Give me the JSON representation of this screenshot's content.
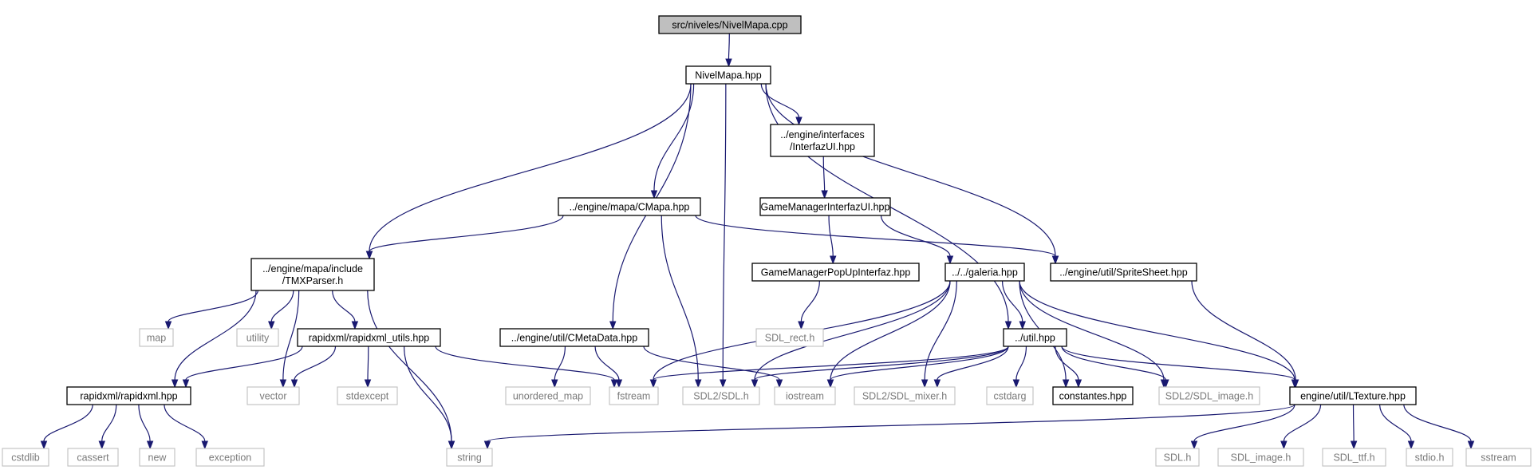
{
  "graph": {
    "colors": {
      "edge": "#191970",
      "root_fill": "#bfbfbf",
      "system_border": "#bfbfbf",
      "system_text": "#7a7a7a"
    },
    "nodes": [
      {
        "id": "root",
        "kind": "root",
        "lines": [
          "src/niveles/NivelMapa.cpp"
        ]
      },
      {
        "id": "nivelmapa_hpp",
        "kind": "doc",
        "lines": [
          "NivelMapa.hpp"
        ]
      },
      {
        "id": "interfazui",
        "kind": "doc",
        "lines": [
          "../engine/interfaces",
          "/InterfazUI.hpp"
        ]
      },
      {
        "id": "cmapa",
        "kind": "doc",
        "lines": [
          "../engine/mapa/CMapa.hpp"
        ]
      },
      {
        "id": "gmiui",
        "kind": "doc",
        "lines": [
          "GameManagerInterfazUI.hpp"
        ]
      },
      {
        "id": "tmxparser",
        "kind": "doc",
        "lines": [
          "../engine/mapa/include",
          "/TMXParser.h"
        ]
      },
      {
        "id": "gmpopup",
        "kind": "doc",
        "lines": [
          "GameManagerPopUpInterfaz.hpp"
        ]
      },
      {
        "id": "galeria",
        "kind": "doc",
        "lines": [
          "../../galeria.hpp"
        ]
      },
      {
        "id": "spritesheet",
        "kind": "doc",
        "lines": [
          "../engine/util/SpriteSheet.hpp"
        ]
      },
      {
        "id": "map",
        "kind": "sys",
        "lines": [
          "map"
        ]
      },
      {
        "id": "utility",
        "kind": "sys",
        "lines": [
          "utility"
        ]
      },
      {
        "id": "rapidxml_utils",
        "kind": "doc",
        "lines": [
          "rapidxml/rapidxml_utils.hpp"
        ]
      },
      {
        "id": "cmetadata",
        "kind": "doc",
        "lines": [
          "../engine/util/CMetaData.hpp"
        ]
      },
      {
        "id": "sdl_rect",
        "kind": "sys",
        "lines": [
          "SDL_rect.h"
        ]
      },
      {
        "id": "util",
        "kind": "doc",
        "lines": [
          "../util.hpp"
        ]
      },
      {
        "id": "rapidxml",
        "kind": "doc",
        "lines": [
          "rapidxml/rapidxml.hpp"
        ]
      },
      {
        "id": "vector",
        "kind": "sys",
        "lines": [
          "vector"
        ]
      },
      {
        "id": "stdexcept",
        "kind": "sys",
        "lines": [
          "stdexcept"
        ]
      },
      {
        "id": "unordered_map",
        "kind": "sys",
        "lines": [
          "unordered_map"
        ]
      },
      {
        "id": "fstream",
        "kind": "sys",
        "lines": [
          "fstream"
        ]
      },
      {
        "id": "sdl2_sdl",
        "kind": "sys",
        "lines": [
          "SDL2/SDL.h"
        ]
      },
      {
        "id": "iostream",
        "kind": "sys",
        "lines": [
          "iostream"
        ]
      },
      {
        "id": "sdl2_mixer",
        "kind": "sys",
        "lines": [
          "SDL2/SDL_mixer.h"
        ]
      },
      {
        "id": "cstdarg",
        "kind": "sys",
        "lines": [
          "cstdarg"
        ]
      },
      {
        "id": "constantes",
        "kind": "doc",
        "lines": [
          "constantes.hpp"
        ]
      },
      {
        "id": "sdl2_image",
        "kind": "sys",
        "lines": [
          "SDL2/SDL_image.h"
        ]
      },
      {
        "id": "ltexture",
        "kind": "doc",
        "lines": [
          "engine/util/LTexture.hpp"
        ]
      },
      {
        "id": "cstdlib",
        "kind": "sys",
        "lines": [
          "cstdlib"
        ]
      },
      {
        "id": "cassert",
        "kind": "sys",
        "lines": [
          "cassert"
        ]
      },
      {
        "id": "new",
        "kind": "sys",
        "lines": [
          "new"
        ]
      },
      {
        "id": "exception",
        "kind": "sys",
        "lines": [
          "exception"
        ]
      },
      {
        "id": "string",
        "kind": "sys",
        "lines": [
          "string"
        ]
      },
      {
        "id": "sdl_h",
        "kind": "sys",
        "lines": [
          "SDL.h"
        ]
      },
      {
        "id": "sdl_image_h",
        "kind": "sys",
        "lines": [
          "SDL_image.h"
        ]
      },
      {
        "id": "sdl_ttf",
        "kind": "sys",
        "lines": [
          "SDL_ttf.h"
        ]
      },
      {
        "id": "stdio",
        "kind": "sys",
        "lines": [
          "stdio.h"
        ]
      },
      {
        "id": "sstream",
        "kind": "sys",
        "lines": [
          "sstream"
        ]
      }
    ],
    "edges": [
      [
        "root",
        "nivelmapa_hpp"
      ],
      [
        "nivelmapa_hpp",
        "tmxparser"
      ],
      [
        "nivelmapa_hpp",
        "cmapa"
      ],
      [
        "nivelmapa_hpp",
        "cmetadata"
      ],
      [
        "nivelmapa_hpp",
        "sdl2_sdl"
      ],
      [
        "nivelmapa_hpp",
        "interfazui"
      ],
      [
        "nivelmapa_hpp",
        "spritesheet"
      ],
      [
        "nivelmapa_hpp",
        "util"
      ],
      [
        "interfazui",
        "gmiui"
      ],
      [
        "gmiui",
        "gmpopup"
      ],
      [
        "gmiui",
        "galeria"
      ],
      [
        "gmpopup",
        "sdl_rect"
      ],
      [
        "cmapa",
        "tmxparser"
      ],
      [
        "cmapa",
        "sdl2_sdl"
      ],
      [
        "cmapa",
        "spritesheet"
      ],
      [
        "tmxparser",
        "map"
      ],
      [
        "tmxparser",
        "utility"
      ],
      [
        "tmxparser",
        "rapidxml_utils"
      ],
      [
        "tmxparser",
        "rapidxml"
      ],
      [
        "tmxparser",
        "vector"
      ],
      [
        "tmxparser",
        "string"
      ],
      [
        "rapidxml_utils",
        "rapidxml"
      ],
      [
        "rapidxml_utils",
        "vector"
      ],
      [
        "rapidxml_utils",
        "stdexcept"
      ],
      [
        "rapidxml_utils",
        "fstream"
      ],
      [
        "rapidxml_utils",
        "string"
      ],
      [
        "rapidxml",
        "cstdlib"
      ],
      [
        "rapidxml",
        "cassert"
      ],
      [
        "rapidxml",
        "new"
      ],
      [
        "rapidxml",
        "exception"
      ],
      [
        "cmetadata",
        "unordered_map"
      ],
      [
        "cmetadata",
        "fstream"
      ],
      [
        "cmetadata",
        "iostream"
      ],
      [
        "galeria",
        "util"
      ],
      [
        "galeria",
        "fstream"
      ],
      [
        "galeria",
        "sdl2_sdl"
      ],
      [
        "galeria",
        "iostream"
      ],
      [
        "galeria",
        "sdl2_mixer"
      ],
      [
        "galeria",
        "constantes"
      ],
      [
        "galeria",
        "sdl2_image"
      ],
      [
        "galeria",
        "ltexture"
      ],
      [
        "spritesheet",
        "ltexture"
      ],
      [
        "util",
        "fstream"
      ],
      [
        "util",
        "sdl2_sdl"
      ],
      [
        "util",
        "iostream"
      ],
      [
        "util",
        "sdl2_mixer"
      ],
      [
        "util",
        "cstdarg"
      ],
      [
        "util",
        "constantes"
      ],
      [
        "util",
        "sdl2_image"
      ],
      [
        "util",
        "ltexture"
      ],
      [
        "ltexture",
        "string"
      ],
      [
        "ltexture",
        "sdl_h"
      ],
      [
        "ltexture",
        "sdl_image_h"
      ],
      [
        "ltexture",
        "sdl_ttf"
      ],
      [
        "ltexture",
        "stdio"
      ],
      [
        "ltexture",
        "sstream"
      ]
    ]
  }
}
